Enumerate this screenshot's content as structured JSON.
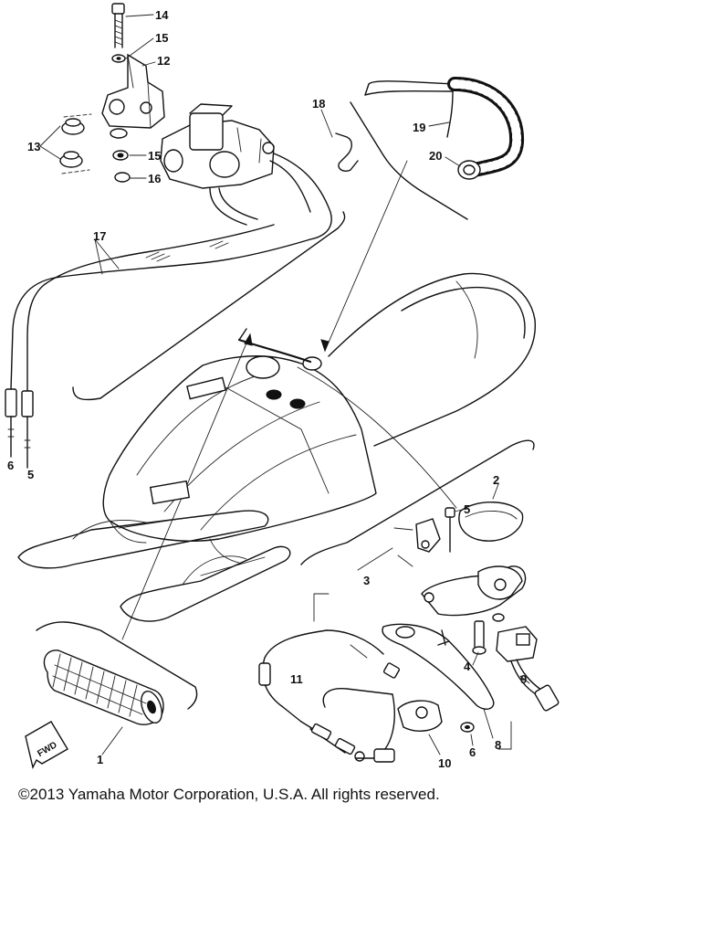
{
  "diagram": {
    "callouts": [
      {
        "id": "c14",
        "label": "14"
      },
      {
        "id": "c15a",
        "label": "15"
      },
      {
        "id": "c12",
        "label": "12"
      },
      {
        "id": "c13",
        "label": "13"
      },
      {
        "id": "c15b",
        "label": "15"
      },
      {
        "id": "c16",
        "label": "16"
      },
      {
        "id": "c18",
        "label": "18"
      },
      {
        "id": "c19",
        "label": "19"
      },
      {
        "id": "c20",
        "label": "20"
      },
      {
        "id": "c17",
        "label": "17"
      },
      {
        "id": "c6a",
        "label": "6"
      },
      {
        "id": "c5a",
        "label": "5"
      },
      {
        "id": "c2",
        "label": "2"
      },
      {
        "id": "c5b",
        "label": "5"
      },
      {
        "id": "c3",
        "label": "3"
      },
      {
        "id": "c4",
        "label": "4"
      },
      {
        "id": "c9",
        "label": "9"
      },
      {
        "id": "c11",
        "label": "11"
      },
      {
        "id": "c8",
        "label": "8"
      },
      {
        "id": "c6b",
        "label": "6"
      },
      {
        "id": "c10",
        "label": "10"
      },
      {
        "id": "c1",
        "label": "1"
      }
    ],
    "fwd_label": "FWD"
  },
  "copyright": "©2013 Yamaha Motor Corporation, U.S.A. All rights reserved."
}
